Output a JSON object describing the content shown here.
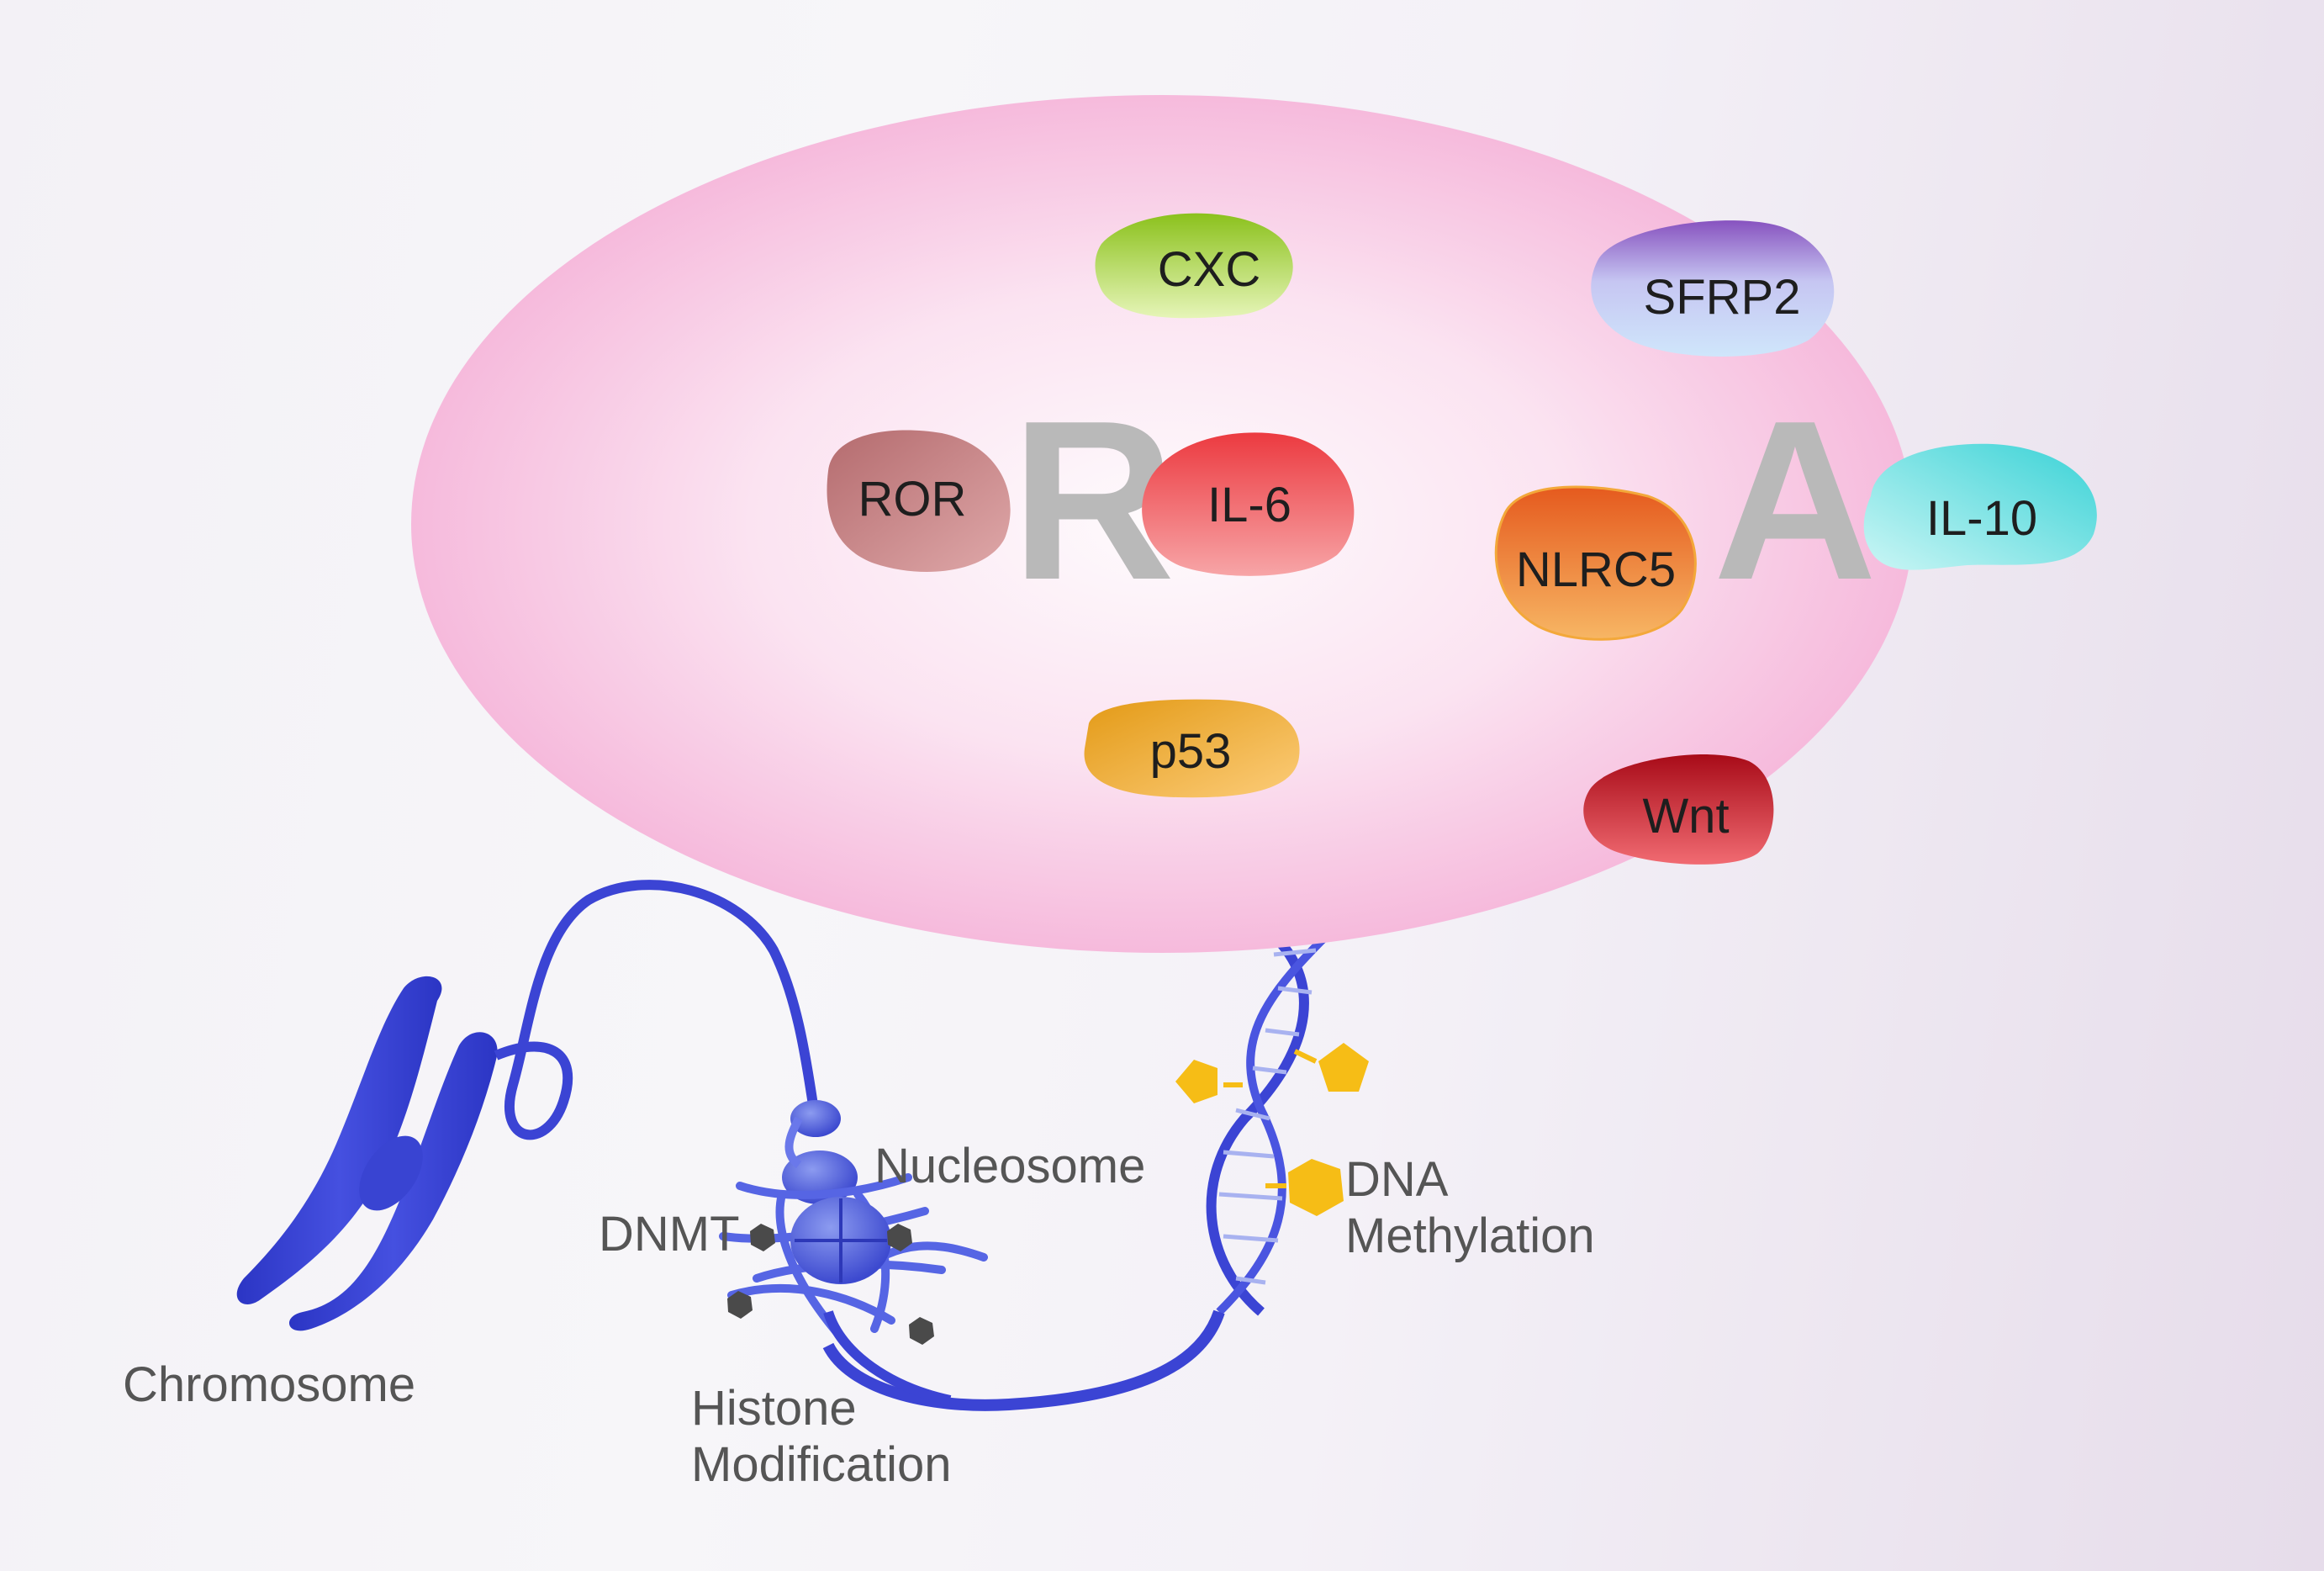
{
  "ellipse": {
    "letters": {
      "left": "R",
      "right": "A"
    },
    "molecules": [
      {
        "id": "cxc",
        "label": "CXC",
        "color_light": "#e2f2b0",
        "color_dark": "#8fc21e"
      },
      {
        "id": "sfrp2",
        "label": "SFRP2",
        "color_light": "#cfe6fb",
        "color_dark": "#8a58c0"
      },
      {
        "id": "ror",
        "label": "ROR",
        "color_light": "#d89a9c",
        "color_dark": "#a85a5e"
      },
      {
        "id": "il6",
        "label": "IL-6",
        "color_light": "#f7a6a8",
        "color_dark": "#e8383e"
      },
      {
        "id": "nlrc5",
        "label": "NLRC5",
        "color_light": "#f6b463",
        "color_dark": "#e0561c"
      },
      {
        "id": "il10",
        "label": "IL-10",
        "color_light": "#bff4f4",
        "color_dark": "#3fd6d8"
      },
      {
        "id": "p53",
        "label": "p53",
        "color_light": "#fbc267",
        "color_dark": "#e09a18"
      },
      {
        "id": "wnt",
        "label": "Wnt",
        "color_light": "#ef5860",
        "color_dark": "#b0101c"
      }
    ]
  },
  "labels": {
    "chromosome": "Chromosome",
    "nucleosome": "Nucleosome",
    "dnmt": "DNMT",
    "histone": [
      "Histone",
      "Modification"
    ],
    "dna_methylation": [
      "DNA",
      "Methylation"
    ]
  },
  "colors": {
    "ellipse_edge": "#f7bfdf",
    "ellipse_center": "#fdf5fa",
    "chromatin_blue": "#3b44d4",
    "methyl_yellow": "#f6bd16",
    "modification_gray": "#4a4a4a",
    "letter_gray": "#b9b9b9"
  }
}
